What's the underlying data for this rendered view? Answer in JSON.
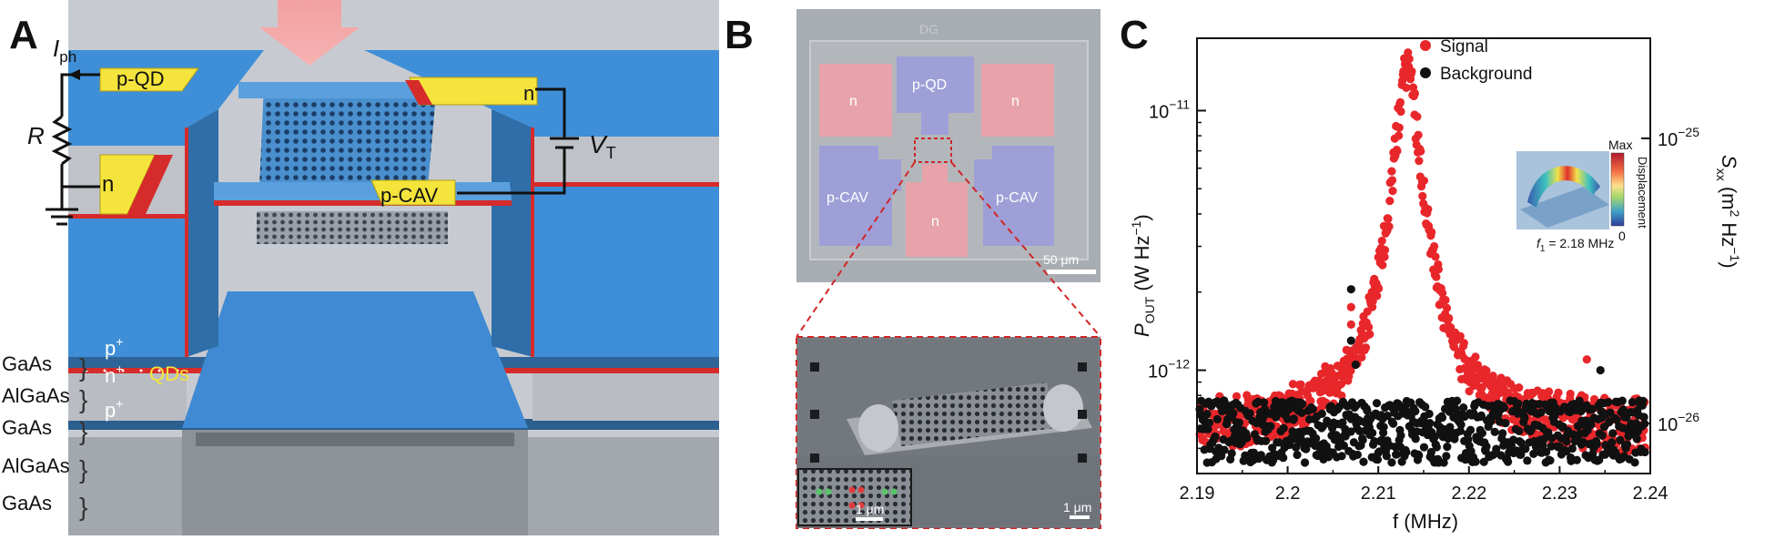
{
  "panel_a": {
    "label": "A",
    "current_label": "I",
    "current_sub": "ph",
    "resistor_label": "R",
    "voltage_label": "V",
    "voltage_sub": "T",
    "pad_pqd": "p-QD",
    "pad_n_left": "n",
    "pad_n_right": "n",
    "pad_pcav": "p-CAV",
    "layers": [
      "GaAs",
      "AlGaAs",
      "GaAs",
      "AlGaAs",
      "GaAs"
    ],
    "doping_p_top": "p",
    "doping_n": "n",
    "doping_p_bottom": "p",
    "qds_label": "QDs"
  },
  "panel_b": {
    "label": "B",
    "pads": [
      "n",
      "p-QD",
      "n",
      "p-CAV",
      "n",
      "p-CAV"
    ],
    "scalebar_top": "50 μm",
    "scalebar_bottom": "1 μm",
    "scalebar_inset": "1 μm",
    "chip_marking": "DG"
  },
  "panel_c": {
    "label": "C",
    "inset_max": "Max",
    "inset_min": "0",
    "inset_colorbar_label": "Displacement",
    "inset_caption": "f",
    "inset_caption_sub": "1",
    "inset_caption_value": " = 2.18 MHz"
  },
  "chart_data": {
    "type": "scatter",
    "xlabel": "f (MHz)",
    "ylabel_left": "P",
    "ylabel_left_sub": "OUT",
    "ylabel_left_unit": "(W Hz",
    "ylabel_right": "S",
    "ylabel_right_sub": "xx",
    "ylabel_right_unit": "(m",
    "xlim": [
      2.19,
      2.24
    ],
    "ylim_left": [
      4e-13,
      1.9e-11
    ],
    "yscale": "log",
    "x_ticks": [
      "2.19",
      "2.2",
      "2.21",
      "2.22",
      "2.23",
      "2.24"
    ],
    "y_left_ticks": [
      {
        "value": 1e-12,
        "label": "10",
        "exp": "−12"
      },
      {
        "value": 1e-11,
        "label": "10",
        "exp": "−11"
      }
    ],
    "y_right_ticks": [
      {
        "label": "10",
        "exp": "−26",
        "frac": 0.115
      },
      {
        "label": "10",
        "exp": "−25",
        "frac": 0.77
      }
    ],
    "legend_position": "top-right",
    "series": [
      {
        "name": "Signal",
        "color": "#e8272b",
        "baseline": 5.8e-13,
        "resonance_center": 2.2132,
        "resonance_width": 0.0012,
        "resonance_peak": 1.55e-11,
        "notable_points": [
          [
            2.207,
            1.75e-12
          ],
          [
            2.207,
            1.5e-12
          ],
          [
            2.233,
            1.1e-12
          ]
        ]
      },
      {
        "name": "Background",
        "color": "#111111",
        "baseline": 5.8e-13,
        "notable_points": [
          [
            2.207,
            2.05e-12
          ],
          [
            2.207,
            1.3e-12
          ],
          [
            2.2075,
            1.05e-12
          ],
          [
            2.2345,
            1e-12
          ]
        ]
      }
    ]
  }
}
